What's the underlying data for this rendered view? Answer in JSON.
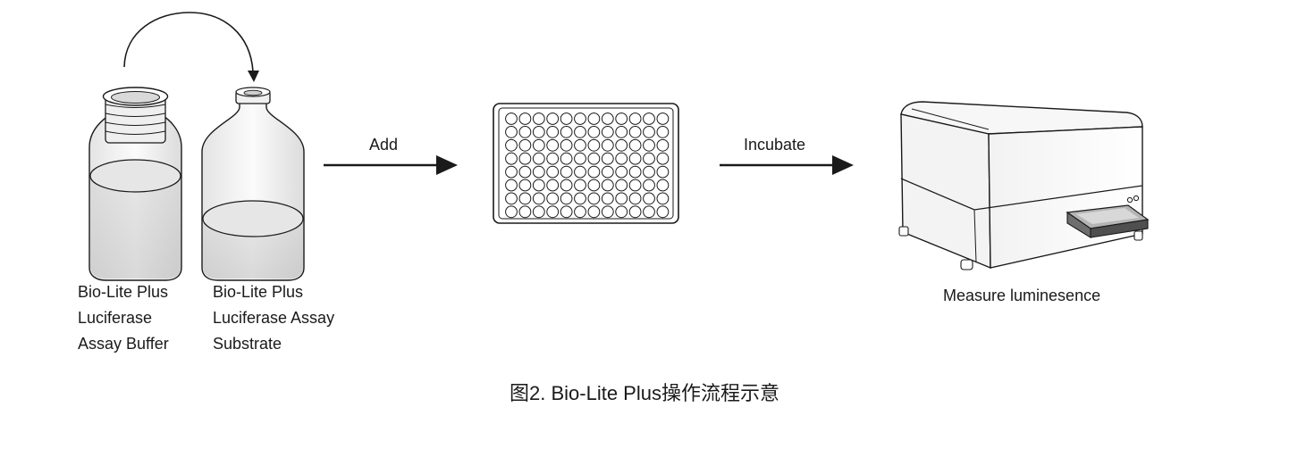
{
  "reagent_buffer": {
    "lines": [
      "Bio-Lite Plus",
      "Luciferase",
      "Assay Buffer"
    ]
  },
  "reagent_substrate": {
    "lines": [
      "Bio-Lite Plus",
      "Luciferase Assay",
      "Substrate"
    ]
  },
  "steps": {
    "add": "Add",
    "incubate": "Incubate"
  },
  "instrument": {
    "label": "Measure luminesence"
  },
  "plate": {
    "rows": 8,
    "cols": 12
  },
  "caption": "图2. Bio-Lite Plus操作流程示意"
}
